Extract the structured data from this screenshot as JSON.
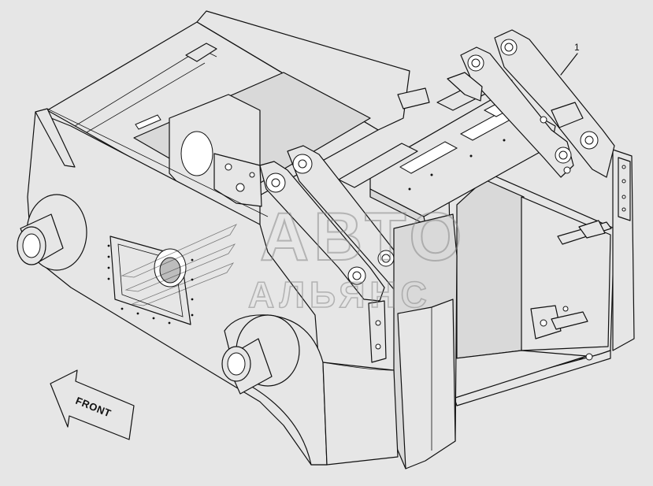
{
  "callout": {
    "number": "1"
  },
  "direction_label": {
    "text": "FRONT"
  },
  "watermark": {
    "line1": "АВТО",
    "line2": "АЛЬЯНС"
  }
}
